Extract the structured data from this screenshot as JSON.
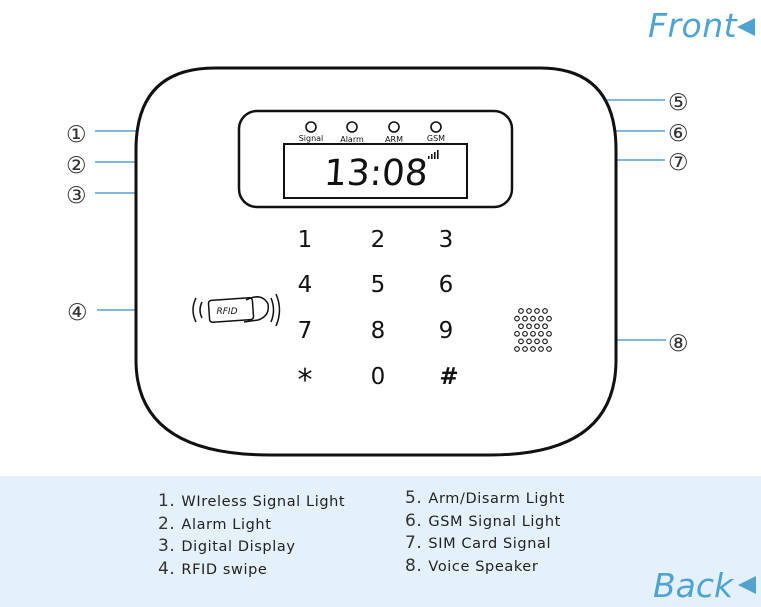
{
  "header": {
    "front_label": "Front"
  },
  "device": {
    "indicators": [
      "Signal",
      "Alarm",
      "ARM",
      "GSM"
    ],
    "display_time": "13:08",
    "keys": [
      "1",
      "2",
      "3",
      "4",
      "5",
      "6",
      "7",
      "8",
      "9",
      "*",
      "0",
      "#"
    ],
    "rfid_text": "RFID"
  },
  "callouts": [
    "①",
    "②",
    "③",
    "④",
    "⑤",
    "⑥",
    "⑦",
    "⑧"
  ],
  "legend": {
    "left": [
      {
        "num": "1.",
        "label": "WIreless Signal Light"
      },
      {
        "num": "2.",
        "label": "Alarm Light"
      },
      {
        "num": "3.",
        "label": "Digital Display"
      },
      {
        "num": "4.",
        "label": "RFID swipe"
      }
    ],
    "right": [
      {
        "num": "5.",
        "label": "Arm/Disarm Light"
      },
      {
        "num": "6.",
        "label": "GSM Signal Light"
      },
      {
        "num": "7.",
        "label": "SIM Card Signal"
      },
      {
        "num": "8.",
        "label": "Voice Speaker"
      }
    ]
  },
  "footer": {
    "back_label": "Back"
  },
  "colors": {
    "accent": "#4fa3d1",
    "leader_line": "#7fb8d8",
    "outline": "#111111",
    "legend_bg": "#e4f1fa"
  }
}
